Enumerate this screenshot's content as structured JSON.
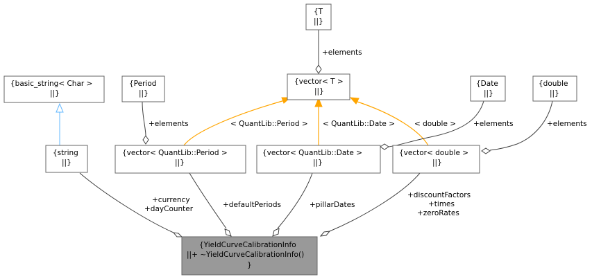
{
  "nodes": {
    "T": {
      "lines": [
        "{T",
        "||}"
      ]
    },
    "basic_string": {
      "lines": [
        "{basic_string< Char >",
        "||}"
      ]
    },
    "Period": {
      "lines": [
        "{Period",
        "||}"
      ]
    },
    "vector_T": {
      "lines": [
        "{vector< T >",
        "||}"
      ]
    },
    "Date": {
      "lines": [
        "{Date",
        "||}"
      ]
    },
    "double": {
      "lines": [
        "{double",
        "||}"
      ]
    },
    "string": {
      "lines": [
        "{string",
        "||}"
      ]
    },
    "vector_Period": {
      "lines": [
        "{vector< QuantLib::Period >",
        "||}"
      ]
    },
    "vector_Date": {
      "lines": [
        "{vector< QuantLib::Date >",
        "||}"
      ]
    },
    "vector_double": {
      "lines": [
        "{vector< double >",
        "||}"
      ]
    },
    "main": {
      "lines": [
        "{YieldCurveCalibrationInfo",
        "||+ ~YieldCurveCalibrationInfo()",
        "}"
      ]
    }
  },
  "edge_labels": {
    "elements_T": [
      "+elements"
    ],
    "elements_Period": [
      "+elements"
    ],
    "elements_Date": [
      "+elements"
    ],
    "elements_double": [
      "+elements"
    ],
    "tmpl_Period": [
      "< QuantLib::Period >"
    ],
    "tmpl_Date": [
      "< QuantLib::Date >"
    ],
    "tmpl_double": [
      "< double >"
    ],
    "string_main": [
      "+currency",
      "+dayCounter"
    ],
    "period_main": [
      "+defaultPeriods"
    ],
    "date_main": [
      "+pillarDates"
    ],
    "double_main": [
      "+discountFactors",
      "+times",
      "+zeroRates"
    ]
  },
  "colors": {
    "main_fill": "#999999",
    "box_stroke": "#666666",
    "edge_dark": "#404040",
    "edge_template": "#ffa500",
    "edge_inherit": "#63b8ff"
  }
}
